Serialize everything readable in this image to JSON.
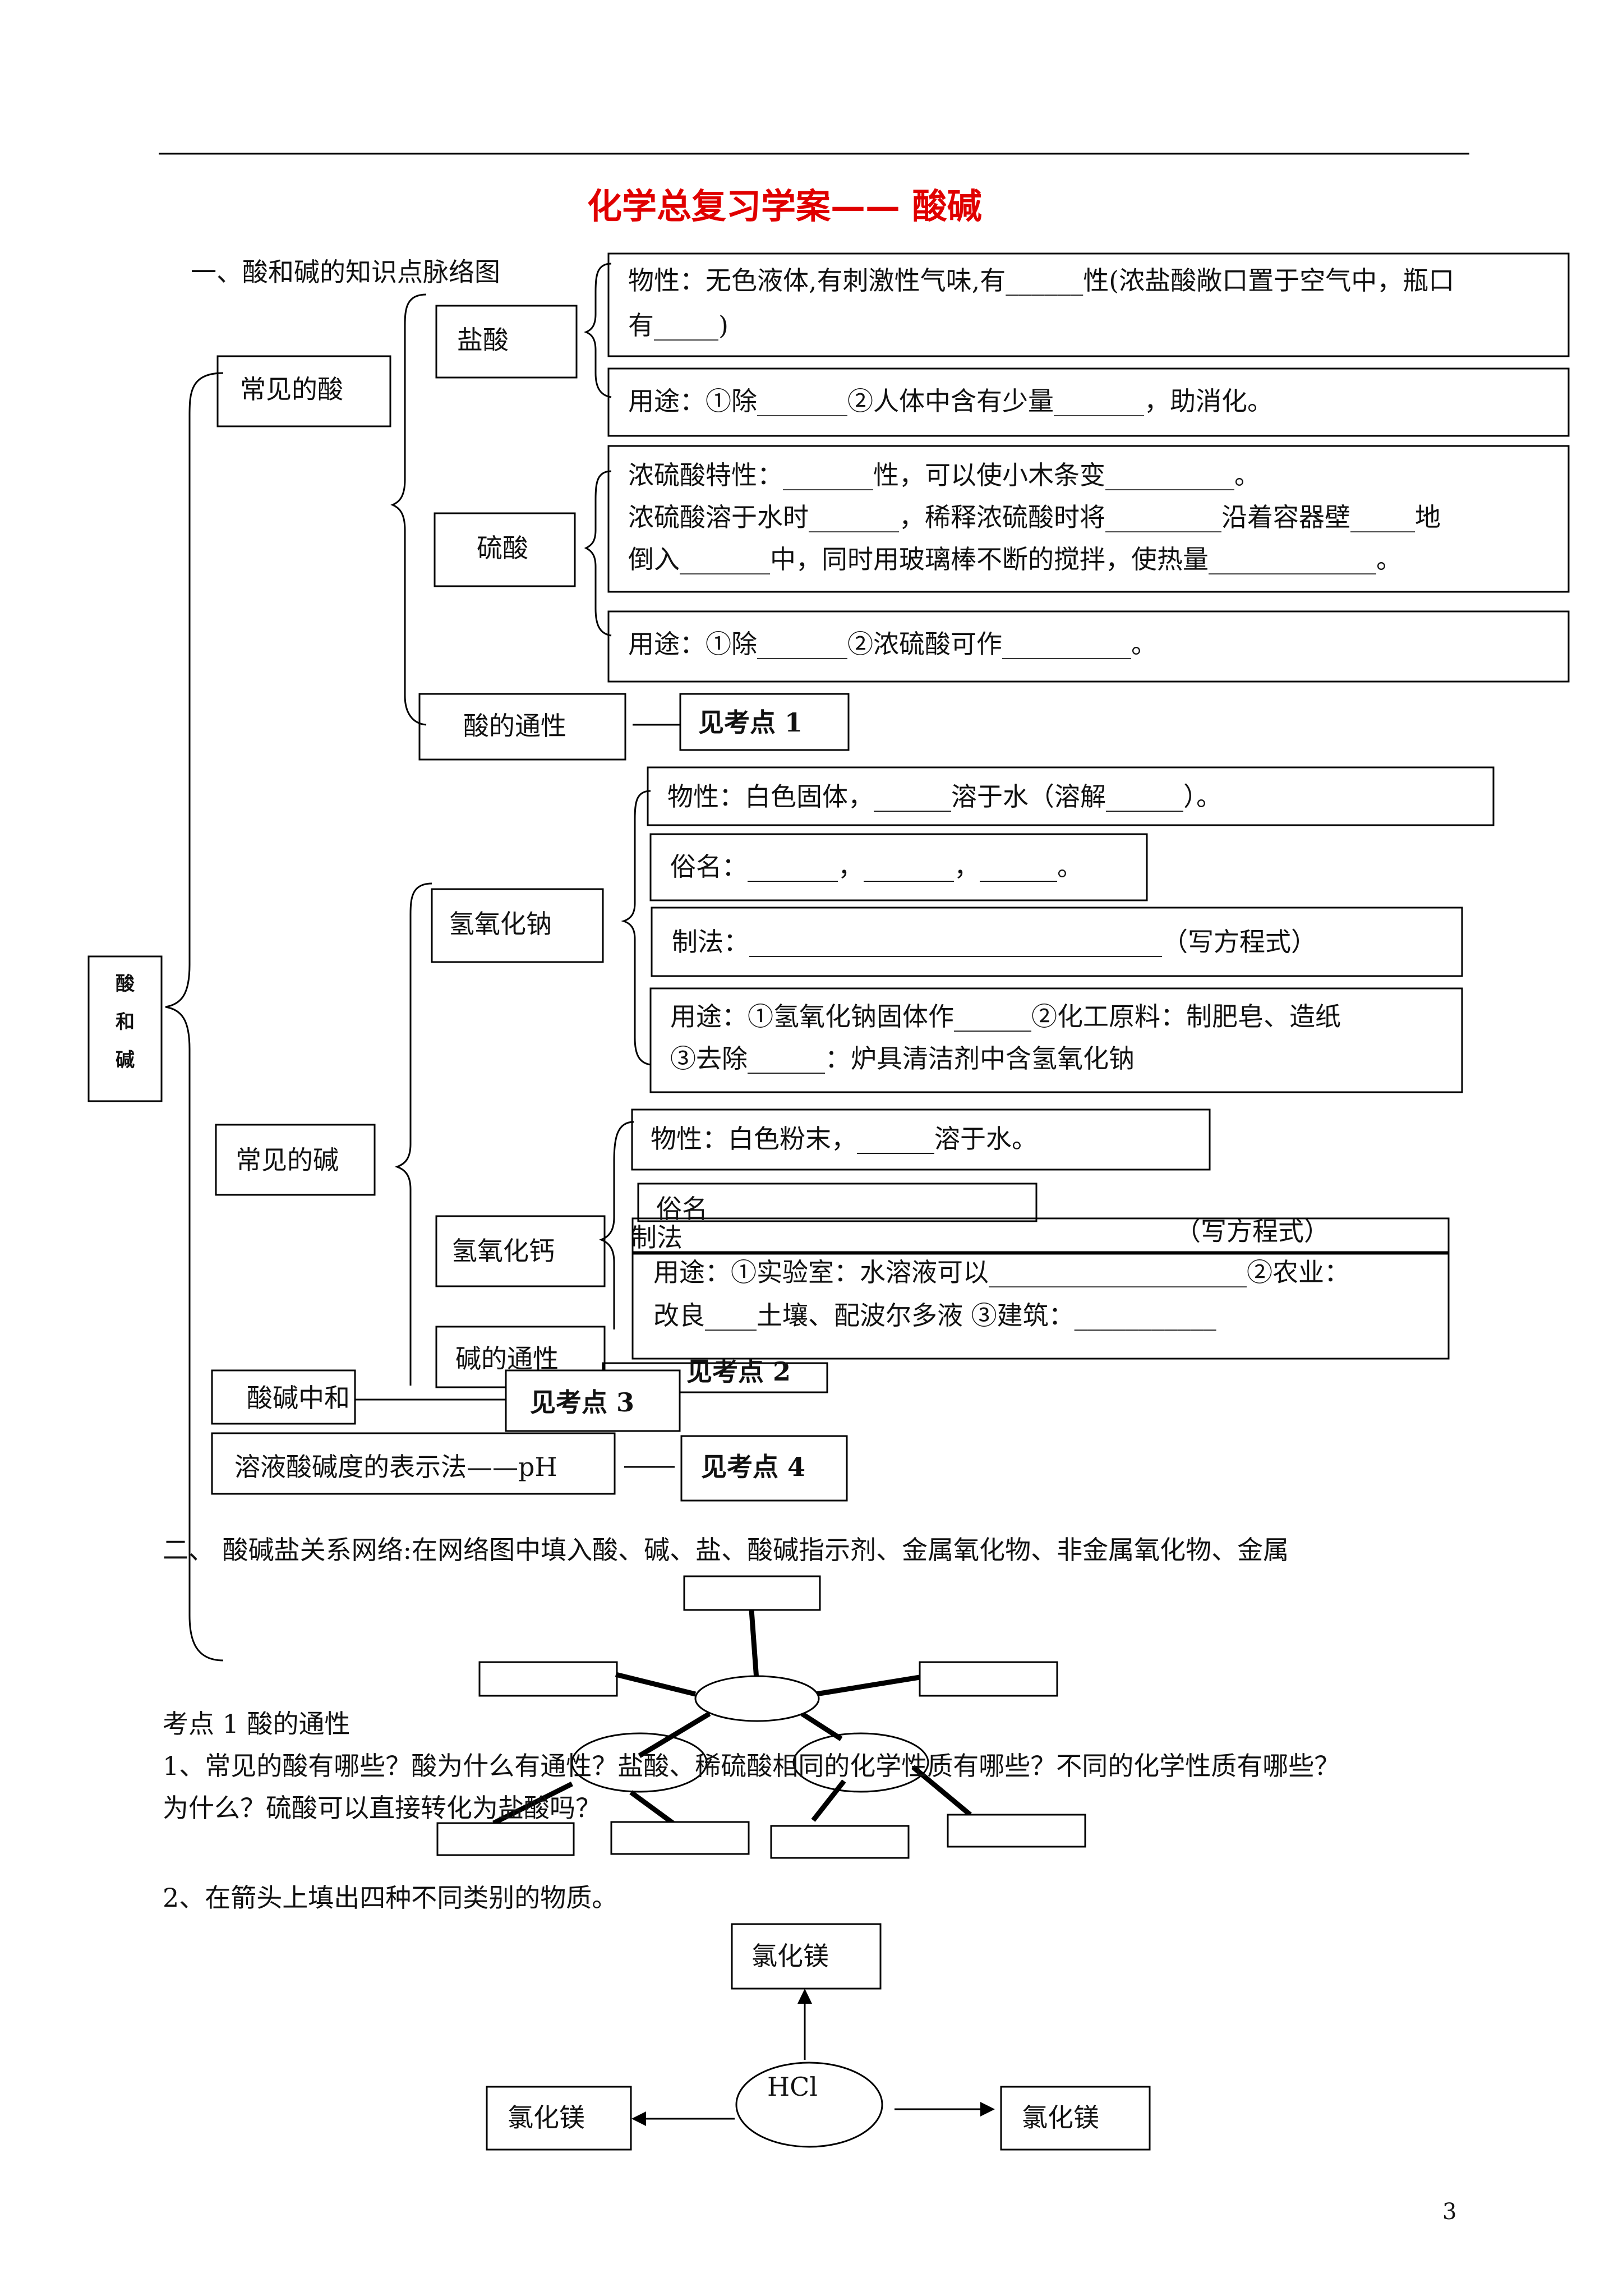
{
  "title": "化学总复习学案—— 酸碱",
  "section1": {
    "heading": "一、酸和碱的知识点脉络图",
    "root": [
      "酸",
      "和",
      "碱"
    ],
    "acids": {
      "label": "常见的酸",
      "hcl": {
        "label": "盐酸",
        "props": [
          "物性：无色液体,有刺激性气味,有______性(浓盐酸敞口置于空气中，瓶口",
          "有_____)"
        ],
        "uses": "用途：①除_______②人体中含有少量_______，助消化。"
      },
      "h2so4": {
        "label": "硫酸",
        "props": [
          "浓硫酸特性：_______性，可以使小木条变__________。",
          "浓硫酸溶于水时_______，稀释浓硫酸时将_________沿着容器壁_____地",
          "倒入_______中，同时用玻璃棒不断的搅拌，使热量_____________。"
        ],
        "uses": "用途：①除_______②浓硫酸可作__________。"
      },
      "general": "酸的通性",
      "general_ref": "见考点 1"
    },
    "bases": {
      "label": "常见的碱",
      "naoh": {
        "label": "氢氧化钠",
        "props": "物性：白色固体，______溶于水（溶解______）。",
        "names": "俗名：_______，_______，______。",
        "prep": "制法：________________________________（写方程式）",
        "uses": [
          "用途：①氢氧化钠固体作______②化工原料：制肥皂、造纸",
          "③去除______：炉具清洁剂中含氢氧化钠"
        ]
      },
      "caoh2": {
        "label": "氢氧化钙",
        "props": "物性：白色粉末，______溶于水。",
        "names": "俗名",
        "prep": "制法",
        "prep_note": "（写方程式）",
        "uses": [
          "用途：①实验室：水溶液可以____________________②农业：",
          "改良____土壤、配波尔多液        ③建筑：___________"
        ]
      },
      "general": "碱的通性",
      "general_ref": "见考点 2"
    },
    "neutral": {
      "label": "酸碱中和",
      "ref": "见考点 3"
    },
    "ph": {
      "label": "溶液酸碱度的表示法——pH",
      "ref": "见考点 4"
    }
  },
  "section2": {
    "heading": "二、   酸碱盐关系网络:在网络图中填入酸、碱、盐、酸碱指示剂、金属氧化物、非金属氧化物、金属"
  },
  "point1": {
    "heading": "考点 1      酸的通性",
    "q1": [
      "1、常见的酸有哪些？酸为什么有通性？盐酸、稀硫酸相同的化学性质有哪些？不同的化学性质有哪些？",
      "为什么？硫酸可以直接转化为盐酸吗？"
    ],
    "q2": "2、在箭头上填出四种不同类别的物质。"
  },
  "hcl_diagram": {
    "center": "HCl",
    "top": "氯化镁",
    "left": "氯化镁",
    "right": "氯化镁"
  },
  "page_number": "3"
}
